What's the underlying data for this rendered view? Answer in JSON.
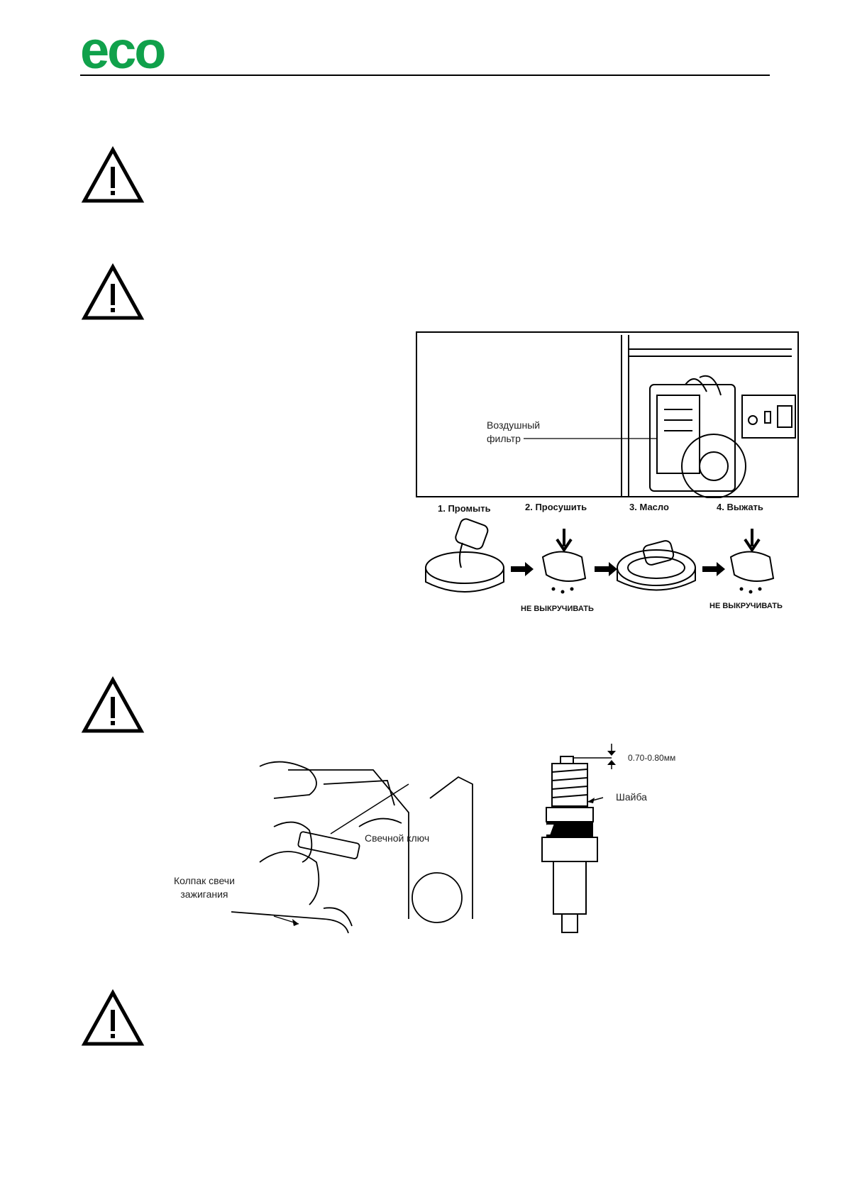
{
  "header": {
    "logo_text": "eco",
    "brand_color": "#10a14b"
  },
  "warnings": [
    {
      "icon": "warning-triangle-icon"
    },
    {
      "icon": "warning-triangle-icon"
    },
    {
      "icon": "warning-triangle-icon"
    },
    {
      "icon": "warning-triangle-icon"
    }
  ],
  "air_filter_figure": {
    "callout": "Воздушный фильтр",
    "callout_line1": "Воздушный",
    "callout_line2": "фильтр",
    "steps": [
      "1. Промыть",
      "2. Просушить",
      "3. Масло",
      "4. Выжать"
    ],
    "no_twist_note": "НЕ ВЫКРУЧИВАТЬ"
  },
  "spark_plug_figure": {
    "wrench_label": "Свечной ключ",
    "cap_label_line1": "Колпак свечи",
    "cap_label_line2": "зажигания",
    "gap_label": "0.70-0.80мм",
    "washer_label": "Шайба"
  }
}
